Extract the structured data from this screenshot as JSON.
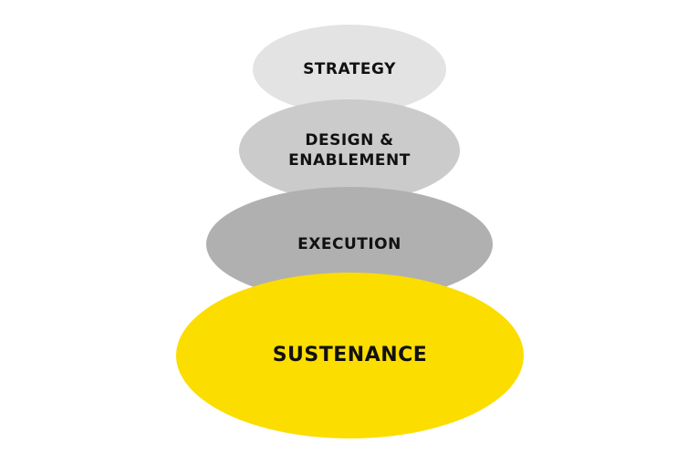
{
  "layers": [
    {
      "id": "strategy",
      "label": "STRATEGY",
      "color": "#e3e3e3"
    },
    {
      "id": "design",
      "label": "DESIGN &\nENABLEMENT",
      "color": "#cbcbcb"
    },
    {
      "id": "execution",
      "label": "EXECUTION",
      "color": "#b0b0b0"
    },
    {
      "id": "sustenance",
      "label": "SUSTENANCE",
      "color": "#fcdd00"
    }
  ]
}
